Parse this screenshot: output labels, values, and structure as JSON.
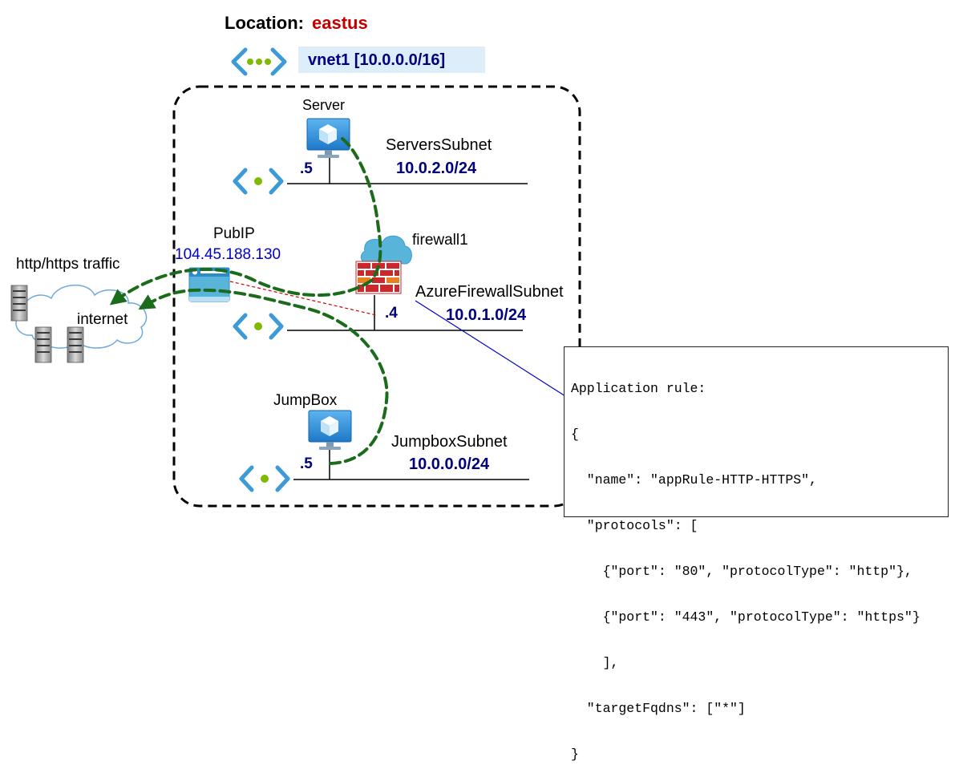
{
  "location": {
    "label": "Location:",
    "value": "eastus"
  },
  "vnet": {
    "label": "vnet1 [10.0.0.0/16]"
  },
  "server": {
    "name": "Server",
    "ip_suffix": ".5"
  },
  "servers_subnet": {
    "name": "ServersSubnet",
    "cidr": "10.0.2.0/24"
  },
  "firewall": {
    "name": "firewall1",
    "ip_suffix": ".4"
  },
  "firewall_subnet": {
    "name": "AzureFirewallSubnet",
    "cidr": "10.0.1.0/24"
  },
  "pubip": {
    "name": "PubIP",
    "address": "104.45.188.130"
  },
  "internet": {
    "label": "internet",
    "traffic_label": "http/https traffic"
  },
  "jumpbox": {
    "name": "JumpBox",
    "ip_suffix": ".5"
  },
  "jumpbox_subnet": {
    "name": "JumpboxSubnet",
    "cidr": "10.0.0.0/24"
  },
  "application_rule": {
    "lines": [
      "Application rule:",
      "{",
      "  \"name\": \"appRule-HTTP-HTTPS\",",
      "  \"protocols\": [",
      "    {\"port\": \"80\", \"protocolType\": \"http\"},",
      "    {\"port\": \"443\", \"protocolType\": \"https\"}",
      "    ],",
      "  \"targetFqdns\": [\"*\"]",
      "}"
    ]
  },
  "colors": {
    "location_value": "#c00000",
    "cidr": "#00007f",
    "pubip_address": "#0000cc",
    "traffic_path": "#1a6b1a",
    "azure_blue": "#1f8ad8",
    "vnet_label_bg": "#ddeefa",
    "firewall_red": "#c9282d"
  }
}
